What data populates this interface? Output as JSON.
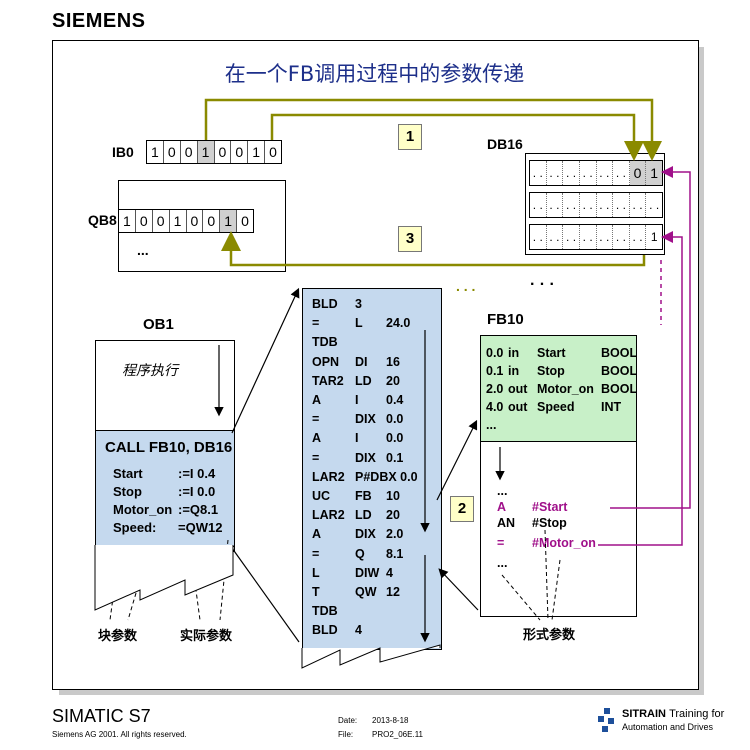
{
  "header": {
    "logo": "SIEMENS"
  },
  "title": "在一个FB调用过程中的参数传递",
  "registers": {
    "ib0": {
      "label": "IB0",
      "bits": [
        "1",
        "0",
        "0",
        "1",
        "0",
        "0",
        "1",
        "0"
      ],
      "gray_index": 3
    },
    "qb8": {
      "label": "QB8",
      "bits": [
        "1",
        "0",
        "0",
        "1",
        "0",
        "0",
        "1",
        "0"
      ],
      "gray_index": 6,
      "more": "..."
    }
  },
  "steps": {
    "one": "1",
    "two": "2",
    "three": "3"
  },
  "db16": {
    "label": "DB16",
    "rows": [
      [
        ". .",
        ". .",
        ". .",
        ". .",
        ". .",
        ". .",
        "0",
        "1"
      ],
      [
        ". .",
        ". .",
        ". .",
        ". .",
        ". .",
        ". .",
        ". .",
        ". ."
      ],
      [
        ". .",
        ". .",
        ". .",
        ". .",
        ". .",
        ". .",
        ". .",
        "1"
      ]
    ],
    "dots_right": "· · ·",
    "dots_left": ". . ."
  },
  "ob1": {
    "label": "OB1",
    "exec": "程序执行",
    "call": "CALL FB10, DB16",
    "params": [
      {
        "name": "Start",
        "value": ":=I 0.4"
      },
      {
        "name": "Stop",
        "value": ":=I 0.0"
      },
      {
        "name": "Motor_on",
        "value": ":=Q8.1"
      },
      {
        "name": "Speed:",
        "value": "=QW12"
      }
    ],
    "block_params": "块参数",
    "actual_params": "实际参数"
  },
  "code": [
    [
      "BLD",
      "3",
      ""
    ],
    [
      "=",
      "L",
      "24.0"
    ],
    [
      "TDB",
      "",
      ""
    ],
    [
      "OPN",
      "DI",
      "16"
    ],
    [
      "TAR2",
      "LD",
      "20"
    ],
    [
      "A",
      "I",
      "0.4"
    ],
    [
      "=",
      "DIX",
      "0.0"
    ],
    [
      "A",
      "I",
      "0.0"
    ],
    [
      "=",
      "DIX",
      "0.1"
    ],
    [
      "LAR2",
      "P#DBX 0.0",
      ""
    ],
    [
      "UC",
      "FB",
      "10"
    ],
    [
      "LAR2",
      "LD",
      "20"
    ],
    [
      "A",
      "DIX",
      "2.0"
    ],
    [
      "=",
      "Q",
      "8.1"
    ],
    [
      "L",
      "DIW",
      "4"
    ],
    [
      "T",
      "QW",
      "12"
    ],
    [
      "TDB",
      "",
      ""
    ],
    [
      "BLD",
      "4",
      ""
    ]
  ],
  "fb10": {
    "label": "FB10",
    "decls": [
      [
        "0.0",
        "in",
        "Start",
        "BOOL"
      ],
      [
        "0.1",
        "in",
        "Stop",
        "BOOL"
      ],
      [
        "2.0",
        "out",
        "Motor_on",
        "BOOL"
      ],
      [
        "4.0",
        "out",
        "Speed",
        "INT"
      ]
    ],
    "decl_more": "...",
    "body": [
      [
        "...",
        ""
      ],
      [
        "A",
        "#Start"
      ],
      [
        "AN",
        "#Stop"
      ],
      [
        "=",
        "#Motor_on"
      ],
      [
        "...",
        ""
      ]
    ],
    "formal_params": "形式参数"
  },
  "footer": {
    "product": "SIMATIC S7",
    "copyright": "Siemens AG 2001. All rights reserved.",
    "date_label": "Date:",
    "date_value": "2013-8-18",
    "file_label": "File:",
    "file_value": "PRO2_06E.11",
    "sitrain": "SITRAIN",
    "training": "Training for",
    "automation": "Automation and Drives"
  },
  "colors": {
    "title": "#1d2f8a",
    "arrow_olive": "#8a8a00",
    "arrow_magenta": "#a0108a",
    "code_bg": "#c5d9ee",
    "fb_decl_bg": "#c8f0c8",
    "step_box": "#ffffc8"
  }
}
